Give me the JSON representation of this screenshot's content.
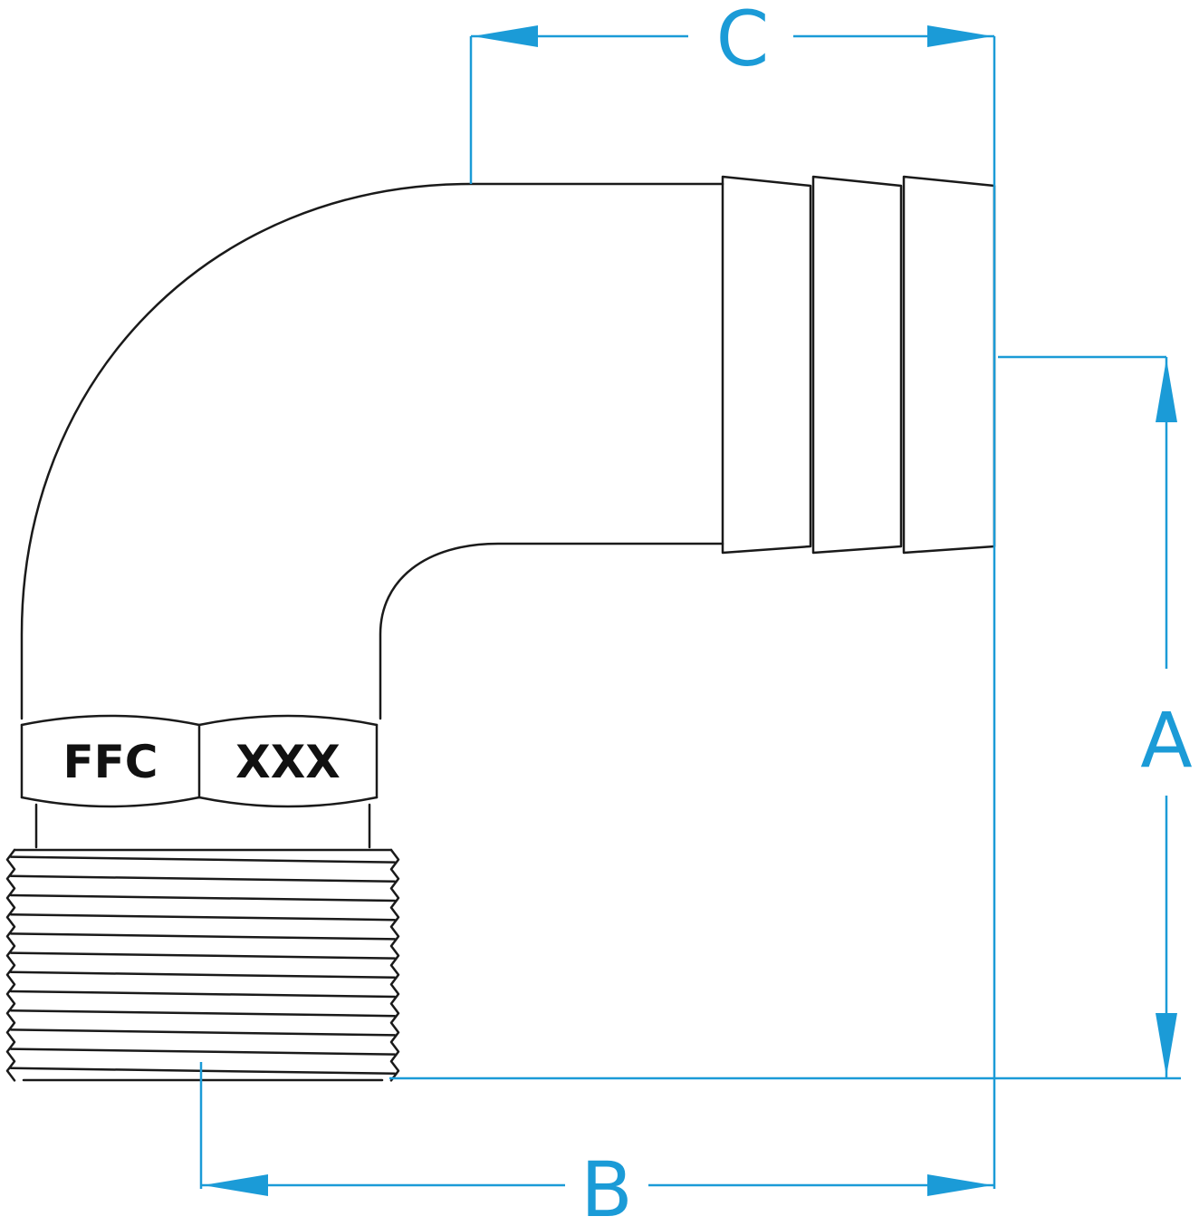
{
  "diagram": {
    "dimensions": {
      "a": "A",
      "b": "B",
      "c": "C"
    },
    "hex_marking": {
      "brand": "FFC",
      "code": "XXX"
    },
    "colors": {
      "dimension": "#1b9bd7",
      "outline": "#1a1a1a",
      "background": "#ffffff"
    }
  }
}
